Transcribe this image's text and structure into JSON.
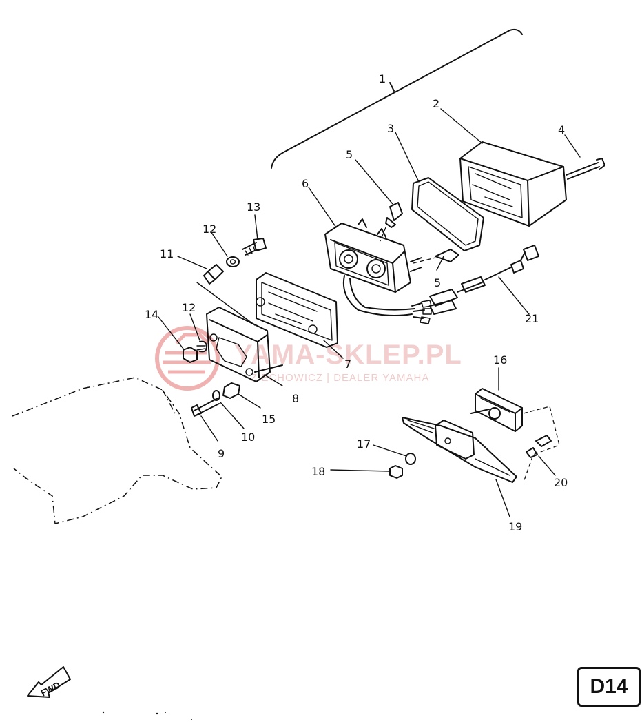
{
  "diagram": {
    "page_code": "D14",
    "direction_arrow": "FWD",
    "watermark": {
      "title": "YAMA-SKLEP.PL",
      "subtitle": "ZIECHOWICZ | DEALER YAMAHA",
      "logo_color": "#e57373"
    },
    "part_numbers": {
      "p1": "1",
      "p2": "2",
      "p3": "3",
      "p4": "4",
      "p5a": "5",
      "p5b": "5",
      "p6": "6",
      "p7": "7",
      "p8": "8",
      "p9": "9",
      "p10": "10",
      "p11": "11",
      "p12a": "12",
      "p12b": "12",
      "p13": "13",
      "p14": "14",
      "p15": "15",
      "p16": "16",
      "p17": "17",
      "p18": "18",
      "p19": "19",
      "p20": "20",
      "p21": "21"
    }
  }
}
